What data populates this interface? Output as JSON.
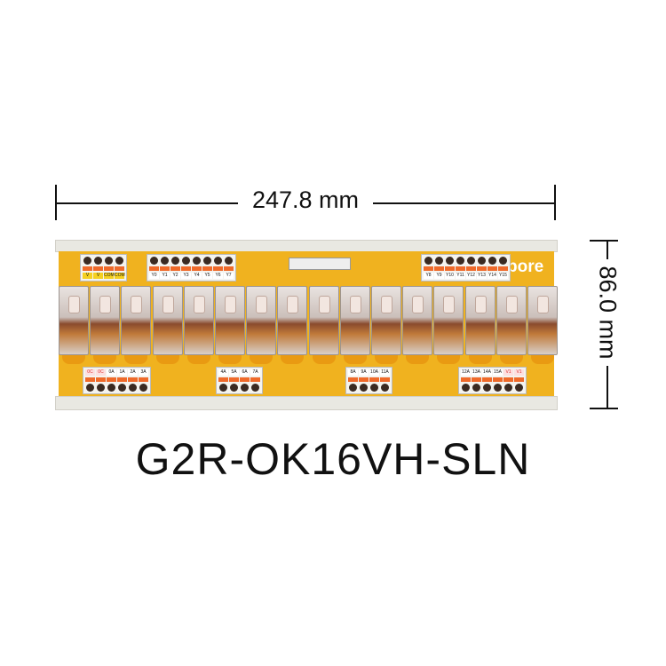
{
  "dimensions": {
    "width": "247.8 mm",
    "height": "86.0 mm"
  },
  "product": {
    "model": "G2R-OK16VH-SLN",
    "brand": "bore"
  },
  "board": {
    "relay_count": 16,
    "top_left_terminal": [
      "V",
      "V",
      "COM",
      "COM"
    ],
    "top_terminal_1": [
      "Y0",
      "Y1",
      "Y2",
      "Y3",
      "Y4",
      "Y5",
      "Y6",
      "Y7"
    ],
    "top_terminal_2": [
      "Y8",
      "Y9",
      "Y10",
      "Y11",
      "Y12",
      "Y13",
      "Y14",
      "Y15"
    ],
    "bottom_terminal_1": [
      "0C",
      "0C",
      "0A",
      "1A",
      "2A",
      "3A"
    ],
    "bottom_terminal_2": [
      "4A",
      "5A",
      "6A",
      "7A"
    ],
    "bottom_terminal_3": [
      "8A",
      "9A",
      "10A",
      "11A"
    ],
    "bottom_terminal_4": [
      "12A",
      "13A",
      "14A",
      "15A",
      "V1",
      "V1"
    ],
    "colors": {
      "board": "#f0b21f",
      "terminal_orange": "#ef6a2a"
    }
  }
}
